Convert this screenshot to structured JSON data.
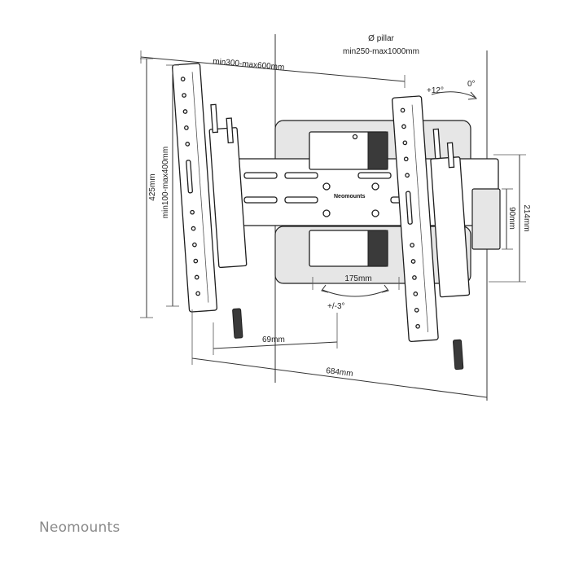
{
  "diagram": {
    "labels": {
      "pillar_symbol": "Ø pillar",
      "pillar_range": "min250-max1000mm",
      "width_range": "min300-max600mm",
      "tilt_up": "+12°",
      "tilt_zero": "0°",
      "height_total": "425mm",
      "height_range": "min100-max400mm",
      "bracket_height_outer": "214mm",
      "bracket_height_inner": "90mm",
      "clamp_width": "175mm",
      "swivel": "+/-3°",
      "offset": "69mm",
      "total_width": "684mm",
      "product_logo": "Neomounts"
    }
  },
  "footer": {
    "brand": "Neomounts"
  },
  "colors": {
    "line": "#1e1e1e",
    "brand_text": "#8a8a8a",
    "pillar_fill": "#e6e6e6"
  }
}
